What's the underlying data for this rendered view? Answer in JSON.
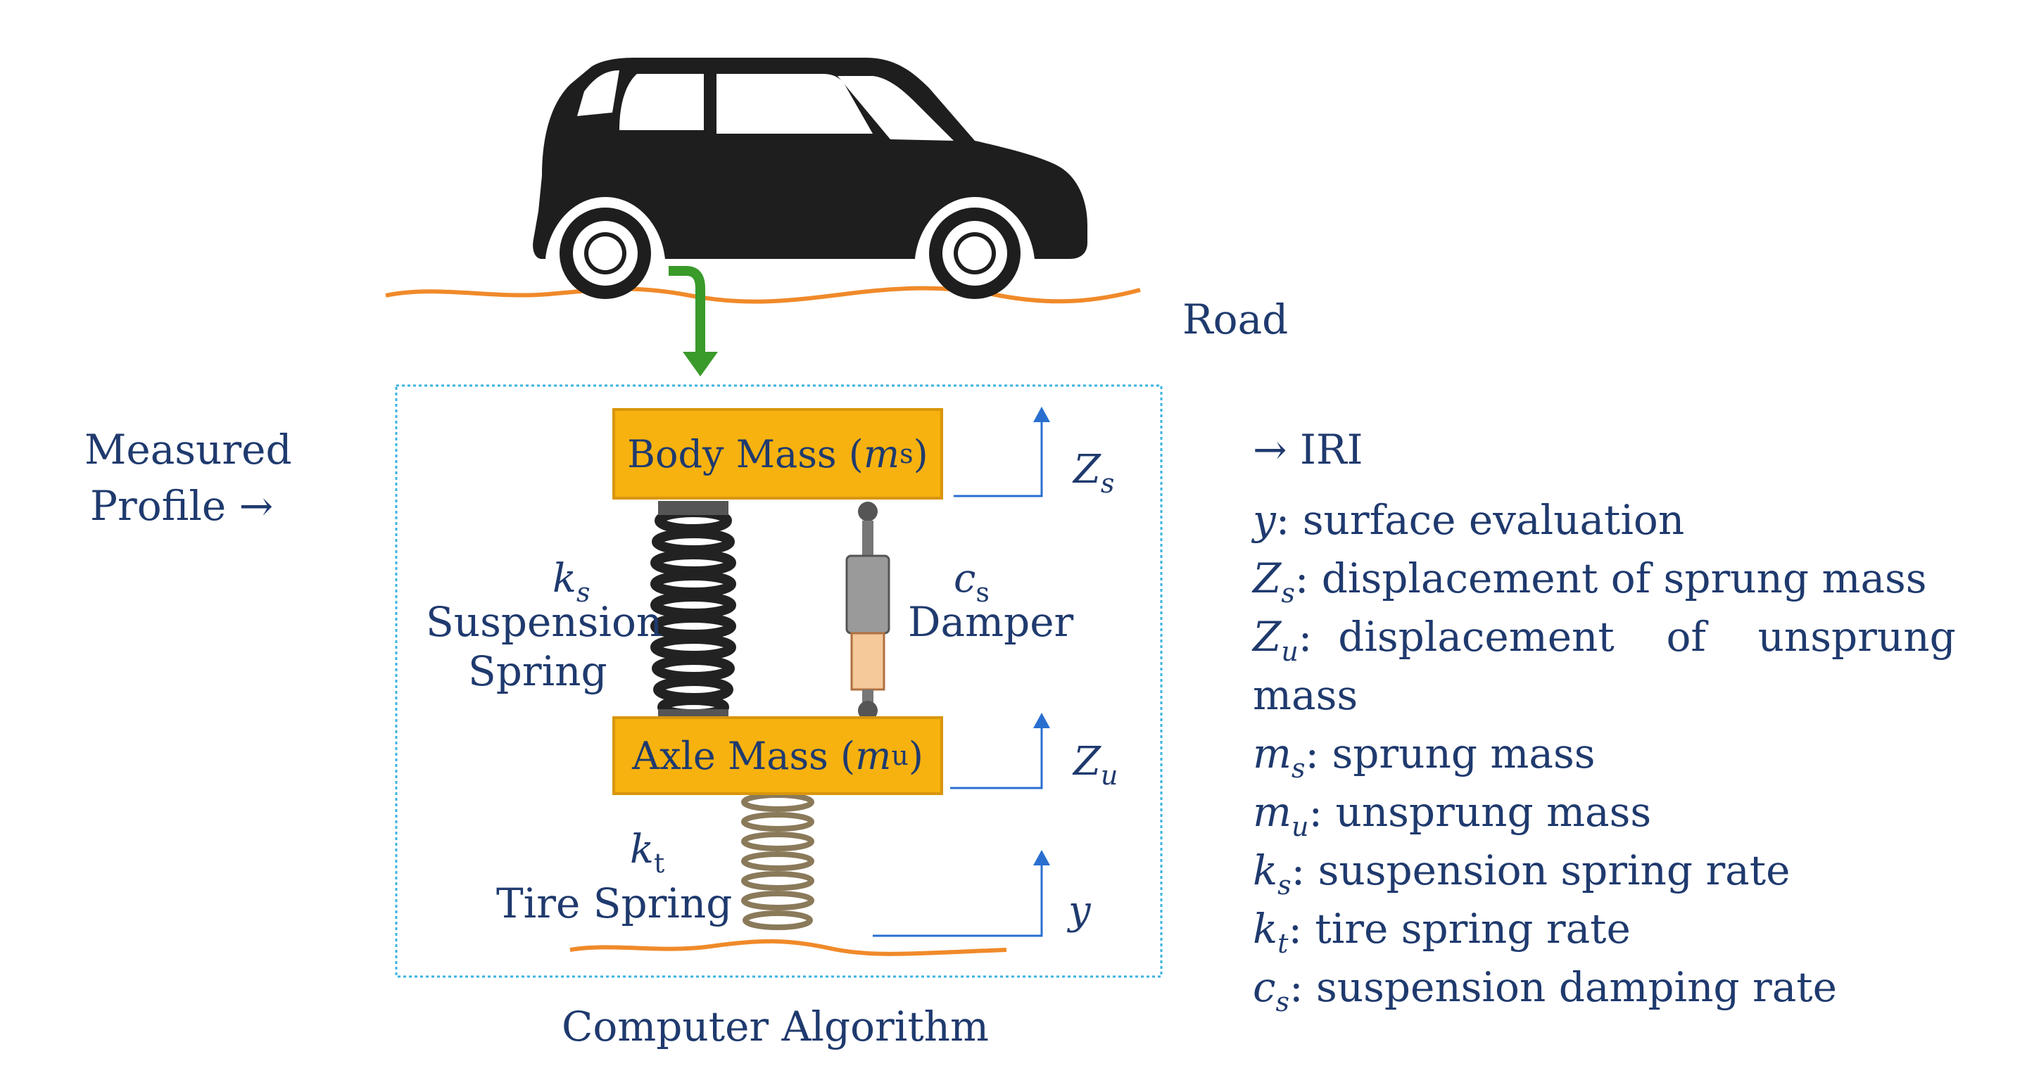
{
  "road_label": "Road",
  "measured_profile": {
    "line1": "Measured",
    "line2": "Profile →"
  },
  "result_label": "→ IRI",
  "algorithm_label": "Computer Algorithm",
  "body_mass": {
    "prefix": "Body Mass (",
    "symbol": "m",
    "sub": "s",
    "suffix": ")"
  },
  "axle_mass": {
    "prefix": "Axle Mass (",
    "symbol": "m",
    "sub": "u",
    "suffix": ")"
  },
  "suspension_spring": {
    "symbol": "k",
    "sub": "s",
    "line1": "Suspension",
    "line2": "Spring"
  },
  "damper": {
    "symbol": "c",
    "sub": "s",
    "label": "Damper"
  },
  "tire_spring": {
    "symbol": "k",
    "sub": "t",
    "label": "Tire Spring"
  },
  "axes": {
    "zs": {
      "symbol": "Z",
      "sub": "s"
    },
    "zu": {
      "symbol": "Z",
      "sub": "u"
    },
    "y": {
      "symbol": "y"
    }
  },
  "legend": [
    {
      "sym": "y",
      "sub": "",
      "text": ": surface evaluation"
    },
    {
      "sym": "Z",
      "sub": "s",
      "text": ": displacement of sprung mass"
    },
    {
      "sym": "Z",
      "sub": "u",
      "text": ":  displacement    of    unsprung"
    },
    {
      "sym": "",
      "sub": "",
      "text": "mass"
    },
    {
      "sym": "m",
      "sub": "s",
      "text": ": sprung mass"
    },
    {
      "sym": "m",
      "sub": "u",
      "text": ": unsprung mass"
    },
    {
      "sym": "k",
      "sub": "s",
      "text": ": suspension spring rate"
    },
    {
      "sym": "k",
      "sub": "t",
      "text": ": tire spring rate"
    },
    {
      "sym": "c",
      "sub": "s",
      "text": ": suspension damping rate"
    }
  ],
  "colors": {
    "text": "#1f3a6e",
    "mass_fill": "#f7b20f",
    "road": "#f08a2a",
    "arrow_green": "#3a9a2a",
    "axis_blue": "#2a6fd0",
    "frame": "#3ab3e0",
    "car": "#1e1e1e"
  }
}
